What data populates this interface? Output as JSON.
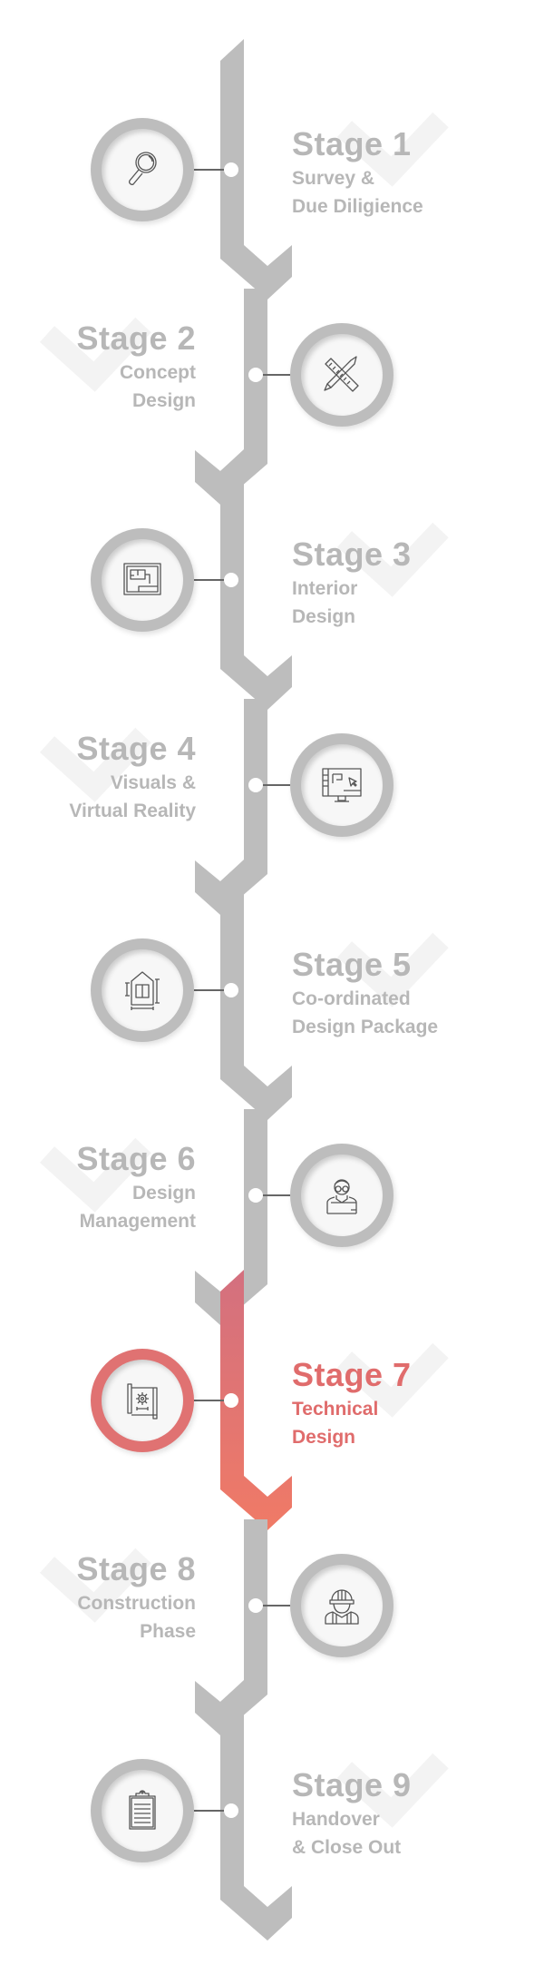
{
  "colors": {
    "inactive": "#bdbdbd",
    "active_top": "#d3707f",
    "active_bottom": "#f07a66",
    "text_inactive": "#b7b7b7",
    "text_active": "#e06c6c"
  },
  "active_stage": 7,
  "stages": [
    {
      "title": "Stage 1",
      "lines": [
        "Survey &",
        "Due Diligience"
      ],
      "icon": "magnifier-icon"
    },
    {
      "title": "Stage 2",
      "lines": [
        "Concept",
        "Design"
      ],
      "icon": "ruler-pencil-icon"
    },
    {
      "title": "Stage 3",
      "lines": [
        "Interior",
        "Design"
      ],
      "icon": "floor-plan-icon"
    },
    {
      "title": "Stage 4",
      "lines": [
        "Visuals &",
        "Virtual Reality"
      ],
      "icon": "monitor-design-icon"
    },
    {
      "title": "Stage 5",
      "lines": [
        "Co-ordinated",
        "Design Package"
      ],
      "icon": "house-blueprint-icon"
    },
    {
      "title": "Stage 6",
      "lines": [
        "Design",
        "Management"
      ],
      "icon": "designer-icon"
    },
    {
      "title": "Stage 7",
      "lines": [
        "Technical",
        "Design"
      ],
      "icon": "technical-blueprint-icon"
    },
    {
      "title": "Stage 8",
      "lines": [
        "Construction",
        "Phase"
      ],
      "icon": "construction-worker-icon"
    },
    {
      "title": "Stage 9",
      "lines": [
        "Handover",
        "& Close Out"
      ],
      "icon": "clipboard-icon"
    }
  ]
}
